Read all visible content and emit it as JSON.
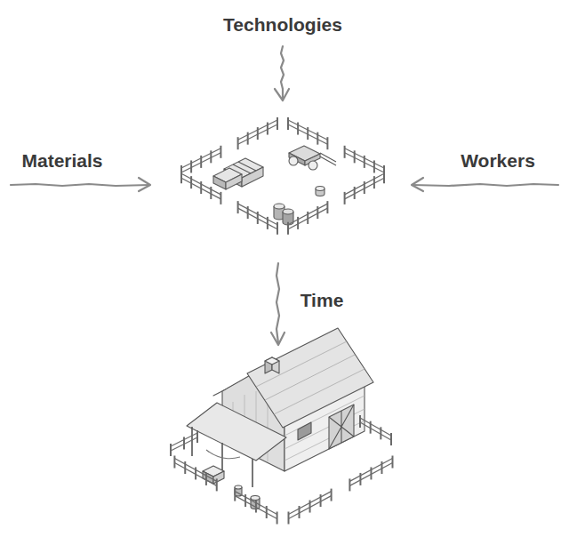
{
  "diagram": {
    "labels": [
      "Technologies",
      "Materials",
      "Workers",
      "Time"
    ]
  }
}
